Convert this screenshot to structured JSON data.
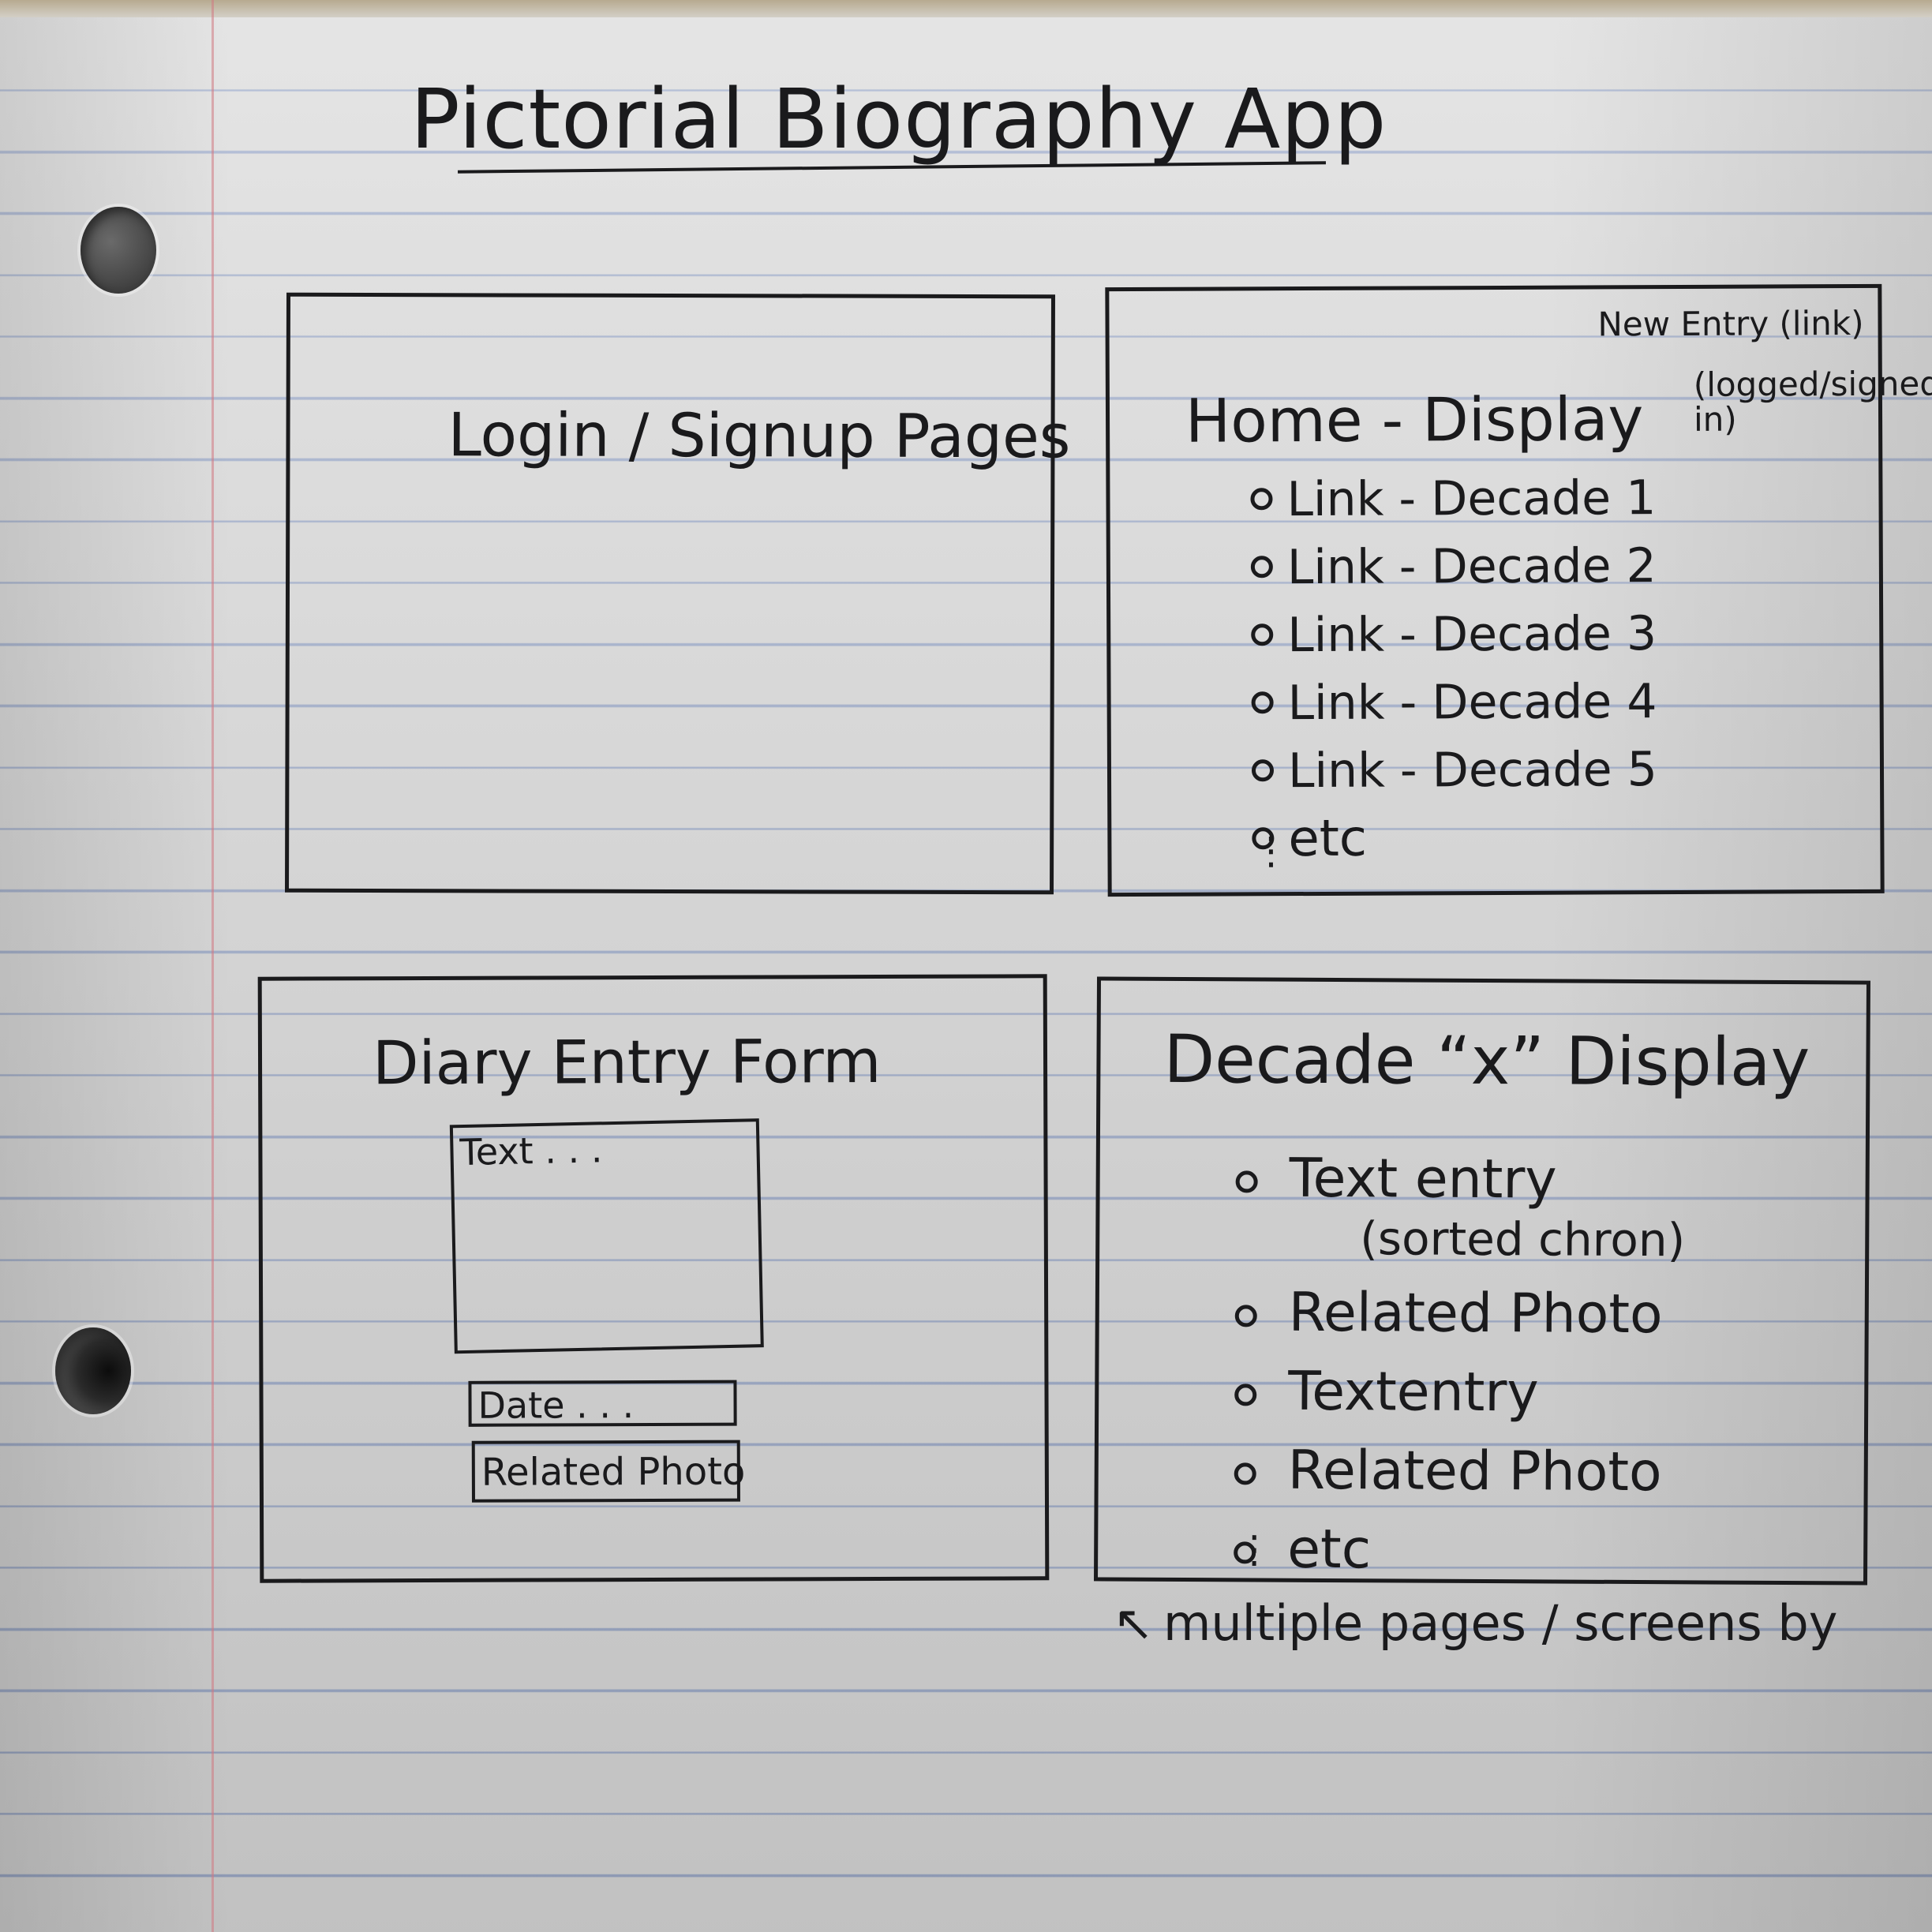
{
  "title": "Pictorial Biography App",
  "frames": {
    "login": {
      "title": "Login / Signup Pages"
    },
    "home": {
      "title": "Home - Display",
      "state_note": "(logged/signed in)",
      "new_entry_note": "New Entry (link)",
      "links": [
        "Link - Decade 1",
        "Link - Decade 2",
        "Link - Decade 3",
        "Link - Decade 4",
        "Link - Decade 5",
        "etc"
      ],
      "continuation": "⋮"
    },
    "diary": {
      "title": "Diary Entry Form",
      "text_placeholder": "Text . . .",
      "date_placeholder": "Date . . .",
      "photo_label": "Related Photo"
    },
    "decade": {
      "title": "Decade “x” Display",
      "items": [
        "Text entry",
        "(sorted chron)",
        "Related Photo",
        "Textentry",
        "Related Photo",
        "etc"
      ],
      "continuation": "⋮"
    }
  },
  "footnote": "multiple pages / screens by",
  "footnote_arrow": "↖"
}
